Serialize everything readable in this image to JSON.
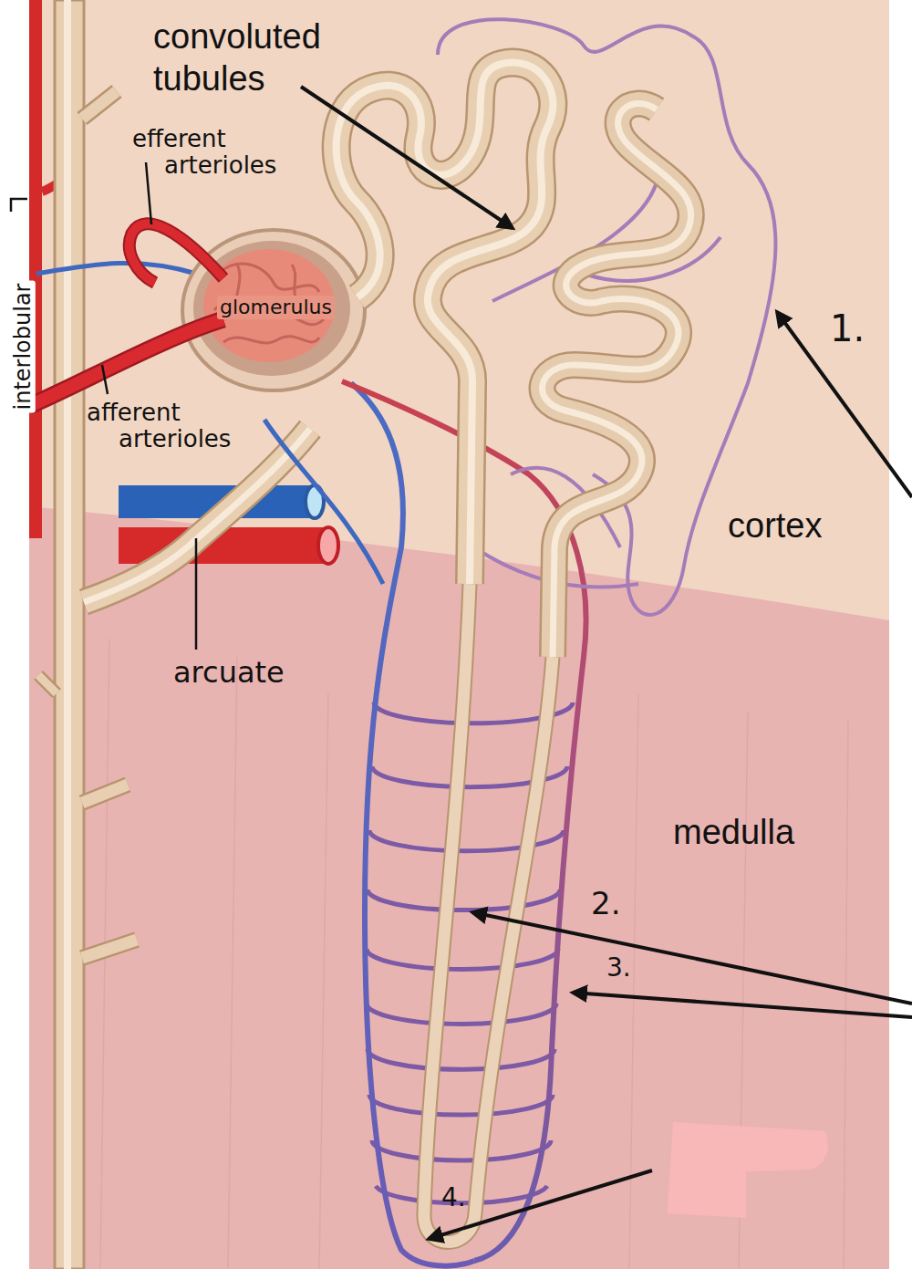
{
  "diagram": {
    "labels": [
      "convoluted tubules",
      "efferent arterioles",
      "interlobular",
      "glomerulus",
      "1.",
      "afferent arterioles",
      "cortex",
      "arcuate",
      "medulla",
      "2.",
      "3.",
      "4."
    ]
  }
}
